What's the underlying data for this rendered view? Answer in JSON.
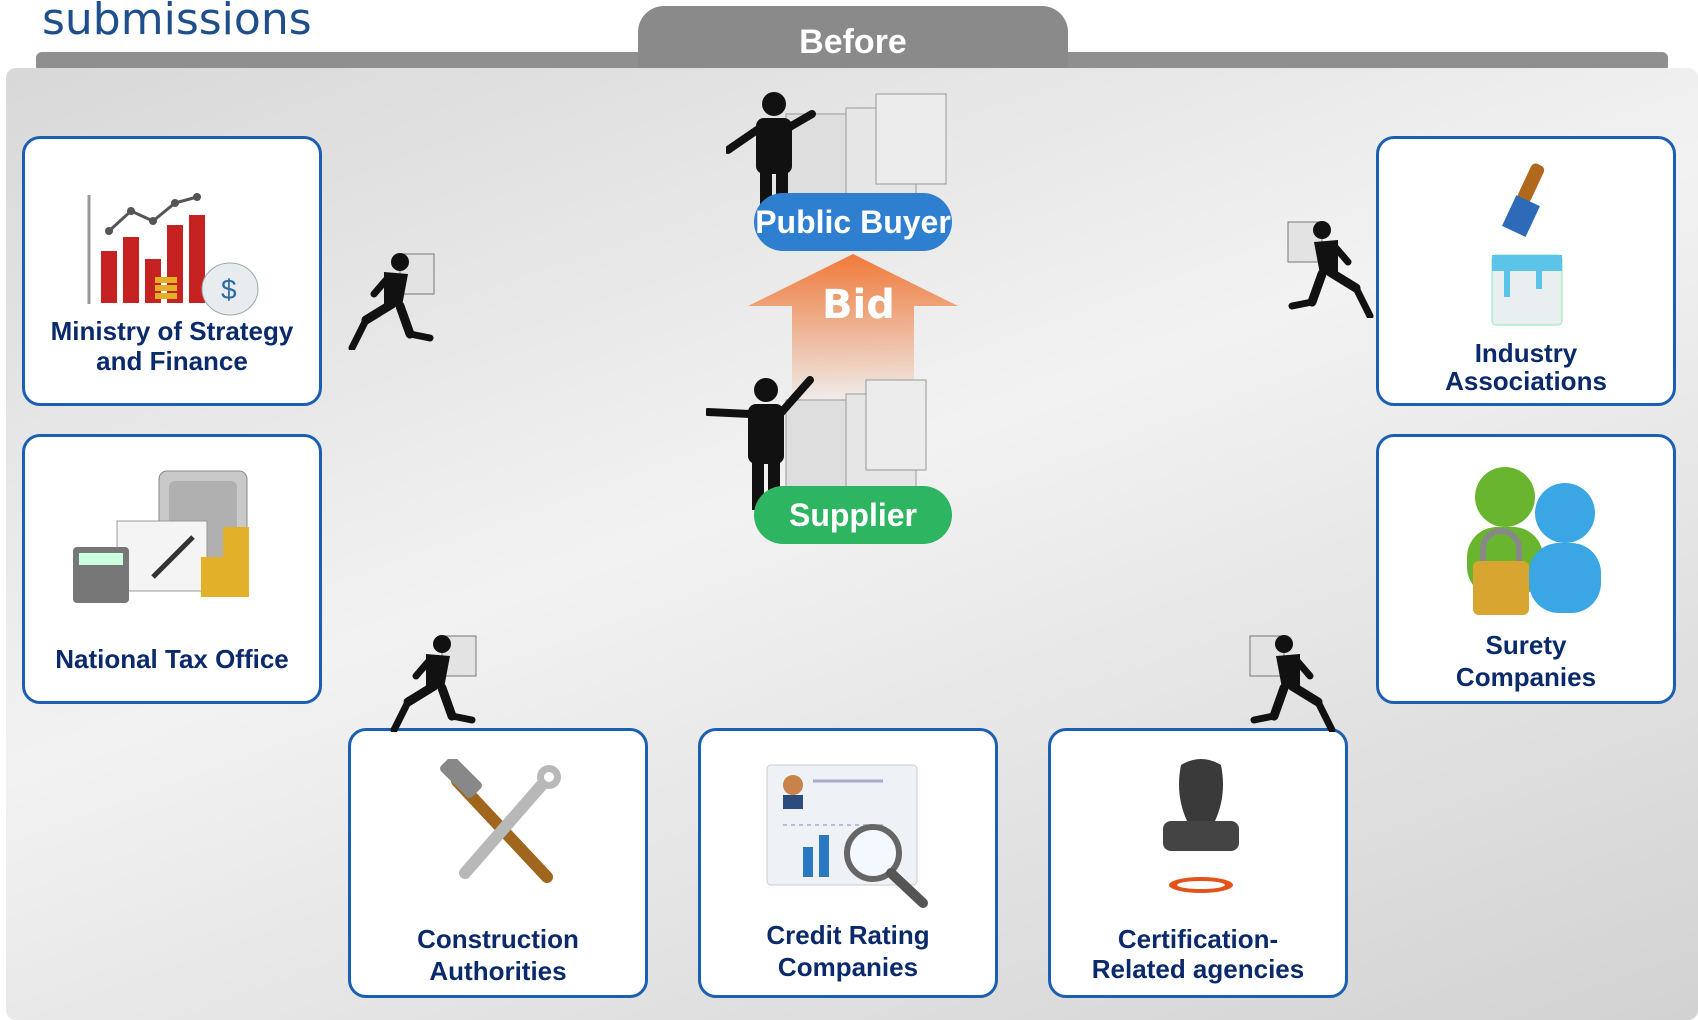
{
  "header": {
    "title": "submissions",
    "tab_label": "Before"
  },
  "center": {
    "buyer_label": "Public Buyer",
    "bid_label": "Bid",
    "supplier_label": "Supplier"
  },
  "cards": {
    "ministry": "Ministry of Strategy and Finance",
    "ministry_l1": "Ministry of Strategy",
    "ministry_l2": "and Finance",
    "tax": "National Tax Office",
    "industry_l1": "Industry",
    "industry_l2": "Associations",
    "surety_l1": "Surety",
    "surety_l2": "Companies",
    "construction_l1": "Construction",
    "construction_l2": "Authorities",
    "credit_l1": "Credit Rating",
    "credit_l2": "Companies",
    "cert_l1": "Certification-",
    "cert_l2": "Related agencies"
  },
  "colors": {
    "card_border": "#1a5fb4",
    "label_text": "#0b2a6b",
    "buyer_pill": "#2f7fd1",
    "supplier_pill": "#2db562",
    "bid_arrow": "#f07a3a"
  },
  "icons": [
    "finance-chart-icon",
    "tax-safe-icon",
    "paint-bucket-icon",
    "users-lock-icon",
    "hammer-wrench-icon",
    "credit-report-icon",
    "stamp-icon",
    "runner-with-papers-icon",
    "person-with-documents-icon"
  ]
}
